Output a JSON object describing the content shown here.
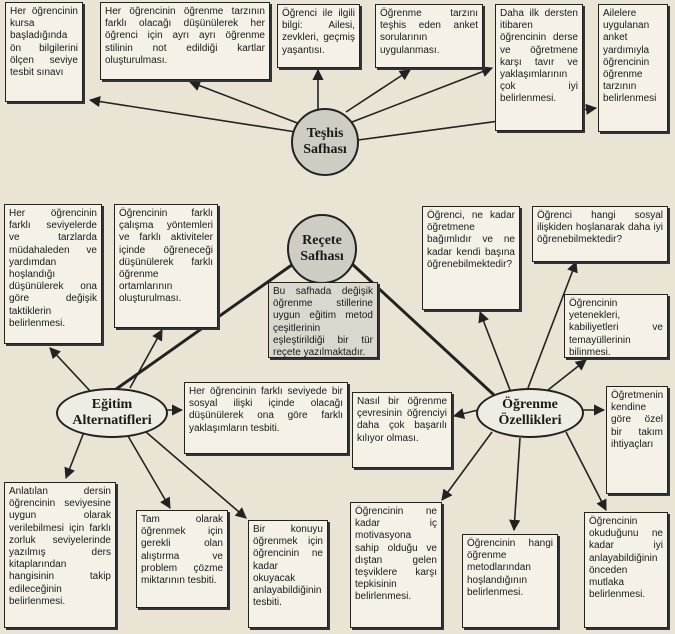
{
  "hubs": {
    "teshis": "Teşhis\nSafhası",
    "recete": "Reçete\nSafhası",
    "egitim": "Eğitim\nAlternatifleri",
    "ogrenme": "Öğrenme\nÖzellikleri"
  },
  "teshis_boxes": [
    "Her öğrencinin kursa başladığında ön bilgilerini ölçen seviye tesbit sınavı",
    "Her öğrencinin öğrenme tarzının farklı olacağı düşünülerek her öğrenci için ayrı ayrı öğrenme stilinin not edildiği kartlar oluşturulması.",
    "Öğrenci ile ilgili bilgi: Ailesi, zevkleri, geçmiş yaşantısı.",
    "Öğrenme tarzını teşhis eden anket sorularının uygulanması.",
    "Daha ilk dersten itibaren öğrencinin derse ve öğretmene karşı tavır ve yaklaşımlarının çok iyi belirlenmesi.",
    "Ailelere uygulanan anket yardımıyla öğrencinin öğrenme tarzının belirlenmesi"
  ],
  "recete_box": "Bu safhada değişik öğrenme stillerine uygun eğitim metod çeşitlerinin eşleştirildiği bir tür reçete yazılmaktadır.",
  "egitim_boxes": [
    "Her öğrencinin farklı seviyelerde ve tarzlarda müdahaleden ve yardımdan hoşlandığı düşünülerek ona göre değişik taktiklerin belirlenmesi.",
    "Öğrencinin farklı çalışma yöntemleri ve farklı aktiviteler içinde öğreneceği düşünülerek farklı öğrenme ortamlarının oluşturulması.",
    "Her öğrencinin farklı seviyede bir sosyal ilişki içinde olacağı düşünülerek ona göre farklı yaklaşımların tesbiti.",
    "Anlatılan dersin öğrencinin seviyesine uygun olarak verilebilmesi için farklı zorluk seviyelerinde yazılmış ders kitaplarından hangisinin takip edileceğinin belirlenmesi.",
    "Tam olarak öğrenmek için gerekli olan alıştırma ve problem çözme miktarının tesbiti.",
    "Bir konuyu öğrenmek için öğrencinin ne kadar okuyacak anlayabildiğinin tesbiti."
  ],
  "ogrenme_boxes": [
    "Öğrenci, ne kadar öğretmene bağımlıdır ve ne kadar kendi başına öğrenebilmektedir?",
    "Öğrenci hangi sosyal ilişkiden hoşlanarak daha iyi öğrenebilmektedir?",
    "Öğrencinin yetenekleri, kabiliyetleri ve temayüllerinin bilinmesi.",
    "Nasıl bir öğrenme çevresinin öğrenciyi daha çok başarılı kılıyor olması.",
    "Öğretmenin kendine göre özel bir takım ihtiyaçları",
    "Öğrencinin ne kadar iç motivasyona sahip olduğu ve dıştan gelen teşviklere karşı tepkisinin belirlenmesi.",
    "Öğrencinin hangi öğrenme metodlarından hoşlandığının belirlenmesi.",
    "Öğrencinin okuduğunu ne kadar iyi anlayabildiğinin önceden mutlaka belirlenmesi."
  ],
  "colors": {
    "background": "#e9e4d4",
    "box_fill": "#f5f1e6",
    "hub_grey": "#cfccc4",
    "line": "#222222"
  }
}
